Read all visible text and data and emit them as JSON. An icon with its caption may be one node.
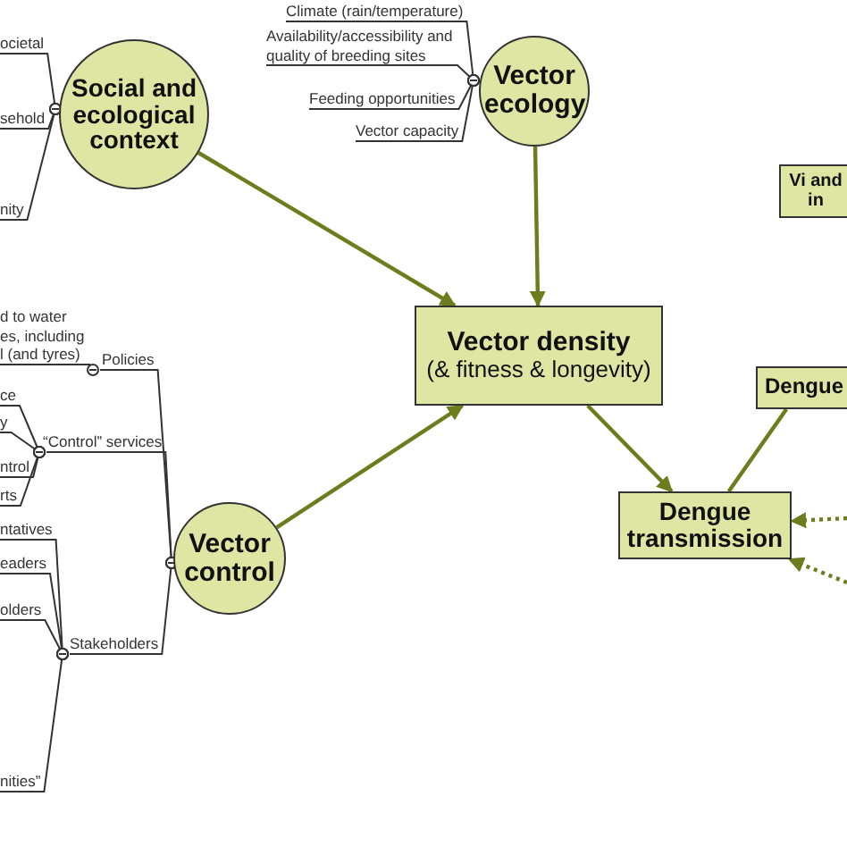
{
  "diagram": {
    "nodes": [
      {
        "text": [
          "Social and ecological context"
        ]
      },
      {
        "text": [
          "Vector ecology"
        ]
      },
      {
        "text": [
          "Vector density",
          "(& fitness & longevity)"
        ]
      },
      {
        "text": [
          "Dengue transmission"
        ]
      },
      {
        "text": [
          "Vector control"
        ]
      },
      {
        "text": [
          "Vi and in"
        ]
      },
      {
        "text": [
          "Dengue"
        ]
      },
      {
        "text": [
          "ocietal"
        ]
      },
      {
        "text": [
          "sehold"
        ]
      },
      {
        "text": [
          "nity"
        ]
      },
      {
        "text": [
          "Climate (rain/temperature)"
        ]
      },
      {
        "text": [
          "Availability/accessibility and quality of breeding sites"
        ]
      },
      {
        "text": [
          "Feeding opportunities"
        ]
      },
      {
        "text": [
          "Vector capacity"
        ]
      },
      {
        "text": [
          "Policies"
        ]
      },
      {
        "text": [
          "“Control” services"
        ]
      },
      {
        "text": [
          "Stakeholders"
        ]
      },
      {
        "text": [
          "d to water es, including l (and tyres)"
        ]
      },
      {
        "text": [
          "ce"
        ]
      },
      {
        "text": [
          "y"
        ]
      },
      {
        "text": [
          "ntrol"
        ]
      },
      {
        "text": [
          "rts"
        ]
      },
      {
        "text": [
          "ntatives"
        ]
      },
      {
        "text": [
          "eaders"
        ]
      },
      {
        "text": [
          "olders"
        ]
      },
      {
        "text": [
          "nities”"
        ]
      }
    ],
    "edges": [
      {
        "from": 0,
        "to": 2,
        "arrow": "to"
      },
      {
        "from": 1,
        "to": 2,
        "arrow": "to"
      },
      {
        "from": 4,
        "to": 2,
        "arrow": "to"
      },
      {
        "from": 2,
        "to": 3,
        "arrow": "to"
      },
      {
        "from": 3,
        "to": 6,
        "arrow": "none"
      },
      {
        "from": null,
        "to": 3,
        "arrow": "to",
        "style": "dashed"
      },
      {
        "from": null,
        "to": 3,
        "arrow": "to",
        "style": "dashed"
      },
      {
        "from": 7,
        "to": 0,
        "arrow": "other",
        "color": "#333333"
      },
      {
        "from": 8,
        "to": 0,
        "arrow": "other",
        "color": "#333333"
      },
      {
        "from": 9,
        "to": 0,
        "arrow": "other",
        "color": "#333333"
      },
      {
        "from": 10,
        "to": 1,
        "arrow": "other",
        "color": "#333333"
      },
      {
        "from": 11,
        "to": 1,
        "arrow": "other",
        "color": "#333333"
      },
      {
        "from": 12,
        "to": 1,
        "arrow": "other",
        "color": "#333333"
      },
      {
        "from": 13,
        "to": 1,
        "arrow": "other",
        "color": "#333333"
      },
      {
        "from": 14,
        "to": 4,
        "arrow": "other",
        "color": "#333333"
      },
      {
        "from": 15,
        "to": 4,
        "arrow": "other",
        "color": "#333333"
      },
      {
        "from": 16,
        "to": 4,
        "arrow": "other",
        "color": "#333333"
      },
      {
        "from": 17,
        "to": 14,
        "arrow": "other",
        "color": "#333333"
      },
      {
        "from": 18,
        "to": 15,
        "arrow": "other",
        "color": "#333333"
      },
      {
        "from": 19,
        "to": 15,
        "arrow": "other",
        "color": "#333333"
      },
      {
        "from": 20,
        "to": 15,
        "arrow": "other",
        "color": "#333333"
      },
      {
        "from": 21,
        "to": 15,
        "arrow": "other",
        "color": "#333333"
      },
      {
        "from": 22,
        "to": 16,
        "arrow": "other",
        "color": "#333333"
      },
      {
        "from": 23,
        "to": 16,
        "arrow": "other",
        "color": "#333333"
      },
      {
        "from": 24,
        "to": 16,
        "arrow": "other",
        "color": "#333333"
      },
      {
        "from": 25,
        "to": 16,
        "arrow": "other",
        "color": "#333333"
      }
    ]
  }
}
